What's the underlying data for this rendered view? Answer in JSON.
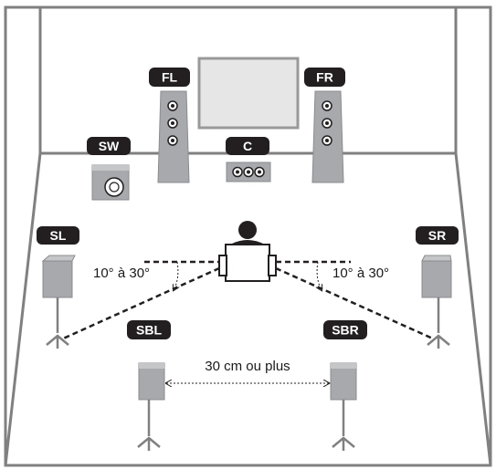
{
  "speakers": {
    "fl": "FL",
    "fr": "FR",
    "c": "C",
    "sw": "SW",
    "sl": "SL",
    "sr": "SR",
    "sbl": "SBL",
    "sbr": "SBR"
  },
  "annotations": {
    "angle_left": "10° à 30°",
    "angle_right": "10° à 30°",
    "distance": "30 cm ou plus"
  },
  "colors": {
    "room_outline": "#808080",
    "speaker_fill": "#a7a9ac",
    "label_bg": "#231f20",
    "label_text": "#ffffff",
    "tv_fill": "#e6e6e6"
  }
}
